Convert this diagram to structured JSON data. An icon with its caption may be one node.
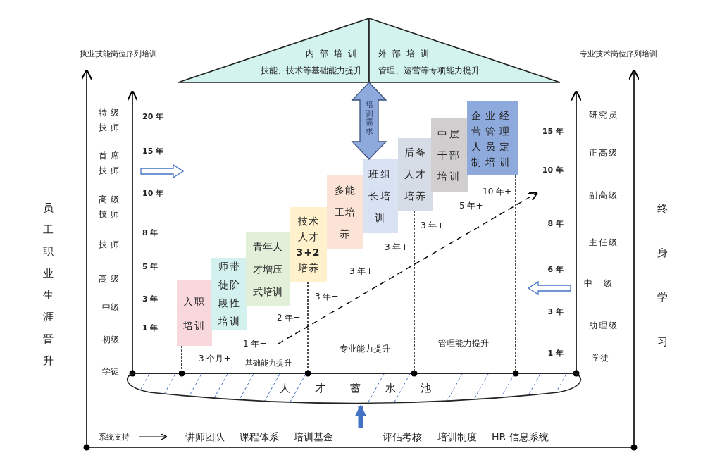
{
  "diagram": {
    "nodes": [
      {
        "text": [
          "内部培训",
          "技能、技术等基础能力提升"
        ]
      },
      {
        "text": [
          "外部培训",
          "管理、运营等专项能力提升"
        ]
      },
      {
        "text": [
          "入职培训"
        ]
      },
      {
        "text": [
          "师带徒阶段性培训"
        ]
      },
      {
        "text": [
          "青年人才增压式培训"
        ]
      },
      {
        "text": [
          "技术人才**3+2**培养"
        ]
      },
      {
        "text": [
          "多能工培养"
        ]
      },
      {
        "text": [
          "班组长培训"
        ]
      },
      {
        "text": [
          "后备人才培养"
        ]
      },
      {
        "text": [
          "中层干部培训"
        ]
      },
      {
        "text": [
          "企业经营管理人员定制培训"
        ]
      },
      {
        "text": [
          "人才蓄水池"
        ]
      }
    ],
    "edges": [
      {
        "from": 2,
        "to": 11,
        "arrow": "other",
        "style": "dashed"
      },
      {
        "from": 5,
        "to": 11,
        "arrow": "other",
        "style": "dashed"
      },
      {
        "from": 8,
        "to": 11,
        "arrow": "other",
        "style": "dashed"
      },
      {
        "from": 10,
        "to": 11,
        "arrow": "other",
        "style": "dashed"
      },
      {
        "from": null,
        "to": 11,
        "arrow": "to",
        "style": "thick",
        "color": "#4472c4"
      },
      {
        "from": 0,
        "to": 7,
        "arrow": "both",
        "label": "培训需求",
        "style": "thick",
        "color": "#8eaadc"
      }
    ],
    "labels": [
      "执业技能岗位序列培训",
      "专业技术岗位序列培训",
      "员工职业生涯晋升",
      "终身学习",
      "特级技师",
      "首席技师",
      "高级技师",
      "技师",
      "高级",
      "中级",
      "初级",
      "学徒",
      "20 年",
      "15 年",
      "10 年",
      "8 年",
      "5 年",
      "3 年",
      "1 年",
      "研究员",
      "正高级",
      "副高级",
      "主任级",
      "中级",
      "助理级",
      "学徒",
      "15 年",
      "10 年",
      "8 年",
      "6 年",
      "3 年",
      "1 年",
      "3 个月+",
      "1 年+",
      "2 年+",
      "3 年+",
      "3 年+",
      "3 年+",
      "3 年+",
      "5 年+",
      "10 年+",
      "基础能力提升",
      "专业能力提升",
      "管理能力提升",
      "系统支持",
      "讲师团队",
      "课程体系",
      "培训基金",
      "评估考核",
      "培训制度",
      "HR 信息系统"
    ]
  }
}
